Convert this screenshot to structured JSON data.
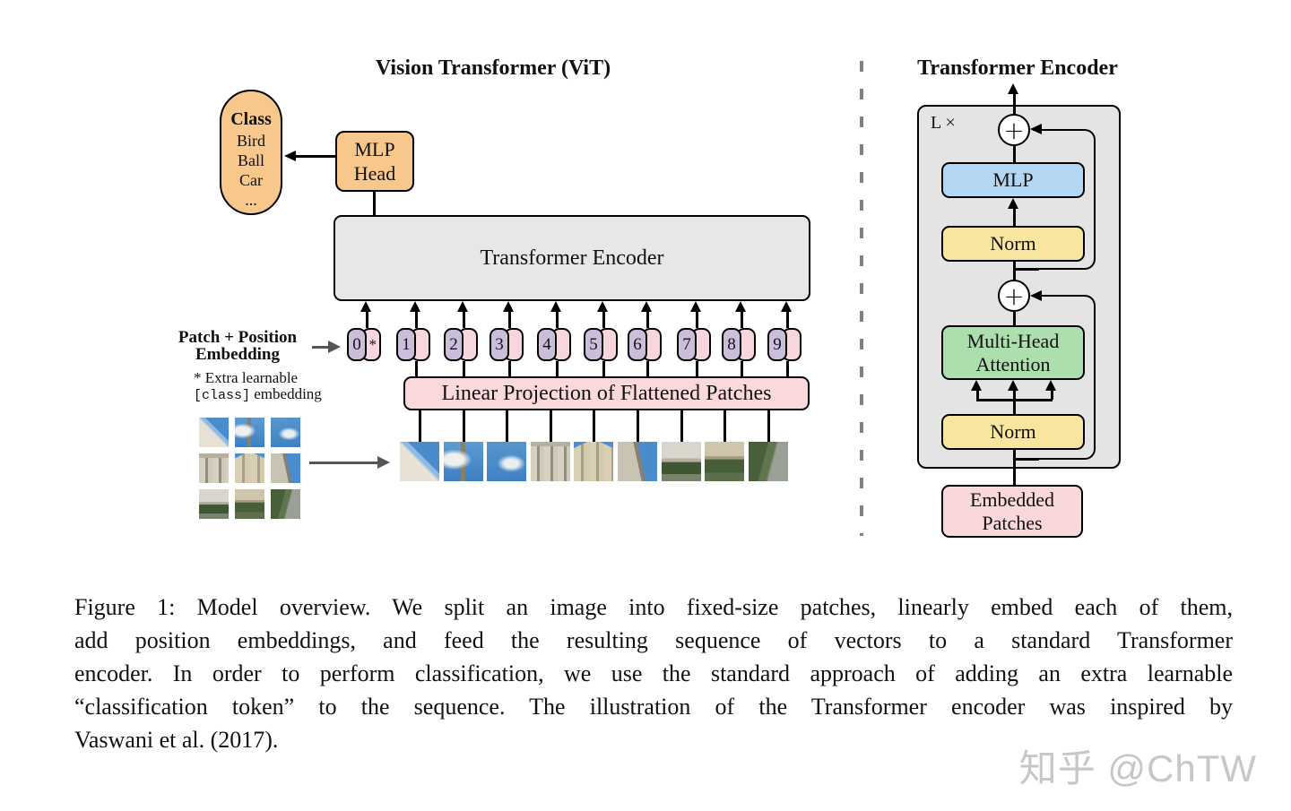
{
  "left_panel": {
    "title": "Vision Transformer (ViT)",
    "class_oval": {
      "heading": "Class",
      "items": [
        "Bird",
        "Ball",
        "Car",
        "..."
      ]
    },
    "mlp_head": {
      "line1": "MLP",
      "line2": "Head"
    },
    "encoder_box_label": "Transformer Encoder",
    "patch_position_label": {
      "line1": "Patch + Position",
      "line2": "Embedding"
    },
    "footnote": {
      "line1": "* Extra learnable",
      "code": "[class]",
      "line2_suffix": " embedding"
    },
    "linear_projection_label": "Linear Projection of Flattened Patches",
    "tokens": [
      {
        "num": "0",
        "star": "*"
      },
      {
        "num": "1"
      },
      {
        "num": "2"
      },
      {
        "num": "3"
      },
      {
        "num": "4"
      },
      {
        "num": "5"
      },
      {
        "num": "6"
      },
      {
        "num": "7"
      },
      {
        "num": "8"
      },
      {
        "num": "9"
      }
    ]
  },
  "right_panel": {
    "title": "Transformer Encoder",
    "loop_label": "L ×",
    "plus": "+",
    "mlp_label": "MLP",
    "norm_top_label": "Norm",
    "attention": {
      "line1": "Multi-Head",
      "line2": "Attention"
    },
    "norm_bottom_label": "Norm",
    "embedded": {
      "line1": "Embedded",
      "line2": "Patches"
    }
  },
  "caption": {
    "lines": [
      "Figure 1: Model overview. We split an image into fixed-size patches, linearly embed each of them,",
      "add position embeddings, and feed the resulting sequence of vectors to a standard Transformer",
      "encoder. In order to perform classification, we use the standard approach of adding an extra learnable",
      "“classification token” to the sequence. The illustration of the Transformer encoder was inspired by",
      "Vaswani et al. (2017)."
    ]
  },
  "watermark": "知乎 @ChTW",
  "colors": {
    "orange_box": "#F7C78C",
    "gray_box": "#E6E6E6",
    "mlp_blue": "#B3D6F2",
    "norm_yellow": "#F8E59E",
    "attention_green": "#ACDEAE",
    "embed_pink": "#F9D7DB",
    "token_purple": "#CBBEDA",
    "token_pink": "#F7D7DD"
  }
}
